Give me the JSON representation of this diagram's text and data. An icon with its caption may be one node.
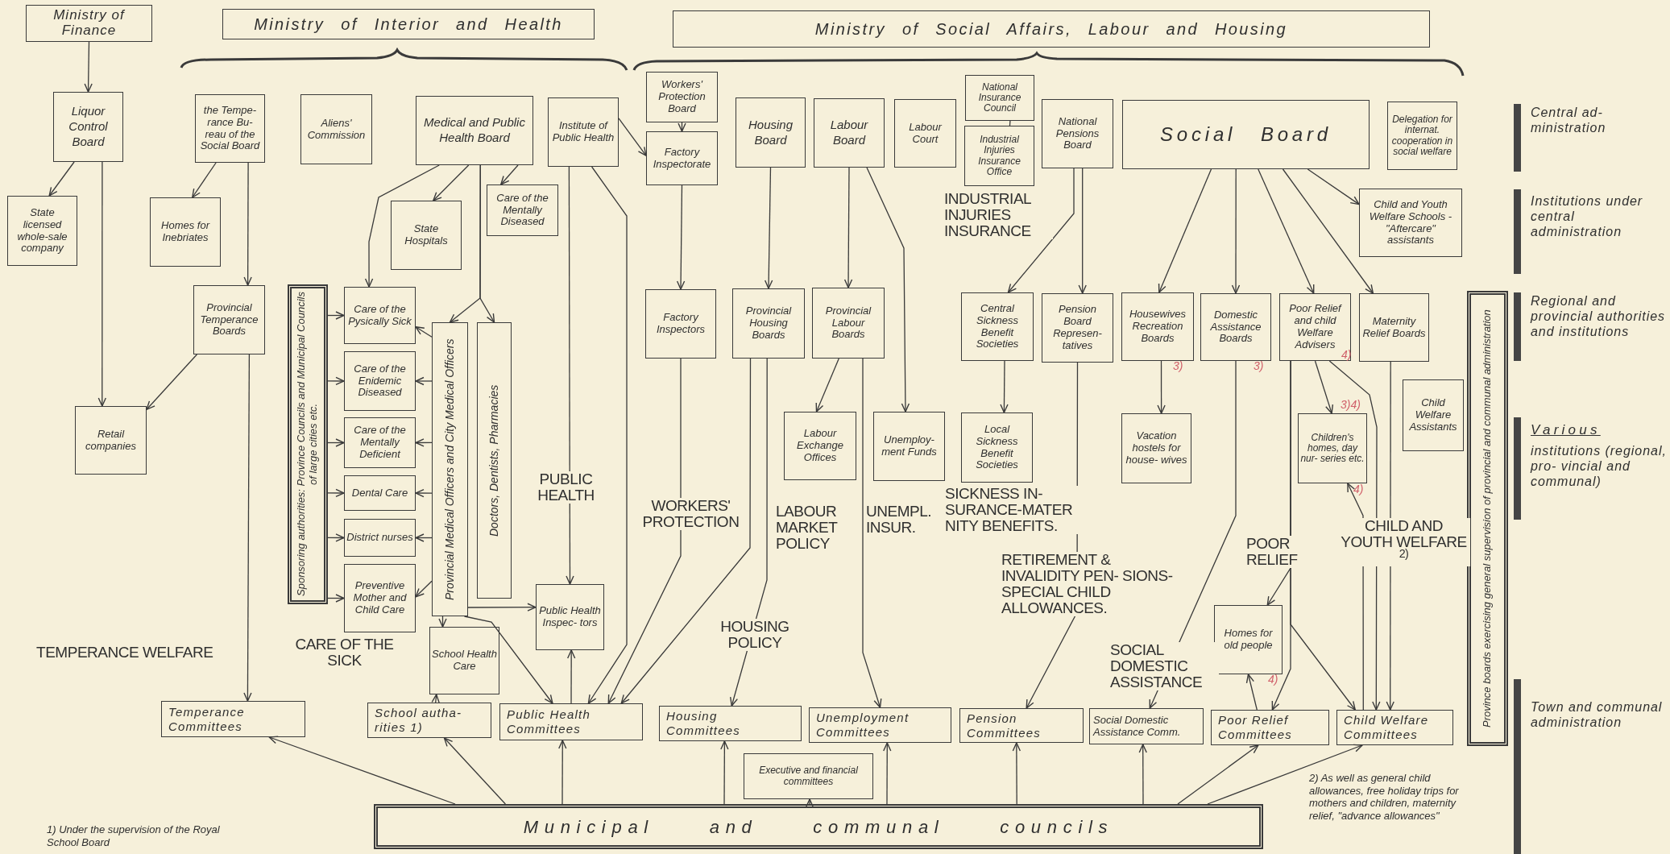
{
  "diagram": {
    "nodes": [
      {
        "text": [
          "Ministry of Finance"
        ]
      },
      {
        "text": [
          "Ministry of Interior and Health"
        ]
      },
      {
        "text": [
          "Ministry of Social Affairs, Labour and Housing"
        ]
      },
      {
        "text": [
          "Liquor Control Board"
        ]
      },
      {
        "text": [
          "the Tempe- rance Bu- reau of the Social Board"
        ]
      },
      {
        "text": [
          "Aliens' Commission"
        ]
      },
      {
        "text": [
          "Medical and Public Health Board"
        ]
      },
      {
        "text": [
          "Institute of Public Health"
        ]
      },
      {
        "text": [
          "Workers' Protection Board"
        ]
      },
      {
        "text": [
          "Factory Inspectorate"
        ]
      },
      {
        "text": [
          "Housing Board"
        ]
      },
      {
        "text": [
          "Labour Board"
        ]
      },
      {
        "text": [
          "Labour Court"
        ]
      },
      {
        "text": [
          "National Insurance Council"
        ]
      },
      {
        "text": [
          "Industrial Injuries Insurance Office"
        ]
      },
      {
        "text": [
          "National Pensions Board"
        ]
      },
      {
        "text": [
          "Social Board"
        ]
      },
      {
        "text": [
          "Delegation for internat. cooperation in social welfare"
        ]
      },
      {
        "text": [
          "State licensed whole-sale company"
        ]
      },
      {
        "text": [
          "Homes for Inebriates"
        ]
      },
      {
        "text": [
          "State Hospitals"
        ]
      },
      {
        "text": [
          "Care of the Mentally Diseased"
        ]
      },
      {
        "text": [
          "Child and Youth Welfare Schools - \"Aftercare\" assistants"
        ]
      },
      {
        "text": [
          "Provincial Temperance Boards"
        ]
      },
      {
        "text": [
          "Sponsoring authorities: Province Councils and Municipal Councils of large cities etc."
        ]
      },
      {
        "text": [
          "Care of the Pysically Sick"
        ]
      },
      {
        "text": [
          "Care of the Enidemic Diseased"
        ]
      },
      {
        "text": [
          "Care of the Mentally Deficient"
        ]
      },
      {
        "text": [
          "Dental Care"
        ]
      },
      {
        "text": [
          "District nurses"
        ]
      },
      {
        "text": [
          "Preventive Mother and Child Care"
        ]
      },
      {
        "text": [
          "Provincial Medical Officers and City Medical Officers"
        ]
      },
      {
        "text": [
          "Doctors, Dentists, Pharmacies"
        ]
      },
      {
        "text": [
          "Factory Inspectors"
        ]
      },
      {
        "text": [
          "Provincial Housing Boards"
        ]
      },
      {
        "text": [
          "Provincial Labour Boards"
        ]
      },
      {
        "text": [
          "Central Sickness Benefit Societies"
        ]
      },
      {
        "text": [
          "Pension Board Represen- tatives"
        ]
      },
      {
        "text": [
          "Housewives Recreation Boards"
        ]
      },
      {
        "text": [
          "Domestic Assistance Boards"
        ]
      },
      {
        "text": [
          "Poor Relief and child Welfare Advisers"
        ]
      },
      {
        "text": [
          "Maternity Relief Boards"
        ]
      },
      {
        "text": [
          "Province boards exercising general supervision of provincial and communal administration"
        ]
      },
      {
        "text": [
          "Retail companies"
        ]
      },
      {
        "text": [
          "Child Welfare Assistants"
        ]
      },
      {
        "text": [
          "Labour Exchange Offices"
        ]
      },
      {
        "text": [
          "Unemploy- ment Funds"
        ]
      },
      {
        "text": [
          "Local Sickness Benefit Societies"
        ]
      },
      {
        "text": [
          "Vacation hostels for house- wives"
        ]
      },
      {
        "text": [
          "Children's homes, day nur- series etc."
        ]
      },
      {
        "text": [
          "Public Health Inspec- tors"
        ]
      },
      {
        "text": [
          "Homes for old people"
        ]
      },
      {
        "text": [
          "School Health Care"
        ]
      },
      {
        "text": [
          "Temperance Committees"
        ]
      },
      {
        "text": [
          "School autha- rities 1)"
        ]
      },
      {
        "text": [
          "Public Health Committees"
        ]
      },
      {
        "text": [
          "Housing Committees"
        ]
      },
      {
        "text": [
          "Unemployment Committees"
        ]
      },
      {
        "text": [
          "Pension Committees"
        ]
      },
      {
        "text": [
          "Social Domestic Assistance Comm."
        ]
      },
      {
        "text": [
          "Poor Relief Committees"
        ]
      },
      {
        "text": [
          "Child Welfare Committees"
        ]
      },
      {
        "text": [
          "Executive and financial committees"
        ]
      },
      {
        "text": [
          "Municipal and communal councils"
        ]
      }
    ],
    "edges": [
      {
        "from": 0,
        "to": 3,
        "arrow": "to"
      },
      {
        "from": 3,
        "to": 18,
        "arrow": "to"
      },
      {
        "from": 3,
        "to": 43,
        "arrow": "to"
      },
      {
        "from": 4,
        "to": 19,
        "arrow": "to"
      },
      {
        "from": 4,
        "to": 23,
        "arrow": "to"
      },
      {
        "from": 23,
        "to": 43,
        "arrow": "to"
      },
      {
        "from": 23,
        "to": 53,
        "arrow": "to"
      },
      {
        "from": 6,
        "to": 25,
        "arrow": "to"
      },
      {
        "from": 6,
        "to": 20,
        "arrow": "to"
      },
      {
        "from": 6,
        "to": 21,
        "arrow": "to"
      },
      {
        "from": 6,
        "to": 31,
        "arrow": "to"
      },
      {
        "from": 6,
        "to": 32,
        "arrow": "to"
      },
      {
        "from": 31,
        "to": 25,
        "arrow": "to"
      },
      {
        "from": 31,
        "to": 26,
        "arrow": "to"
      },
      {
        "from": 31,
        "to": 27,
        "arrow": "to"
      },
      {
        "from": 31,
        "to": 28,
        "arrow": "to"
      },
      {
        "from": 31,
        "to": 29,
        "arrow": "to"
      },
      {
        "from": 31,
        "to": 30,
        "arrow": "to"
      },
      {
        "from": 24,
        "to": 25,
        "arrow": "to"
      },
      {
        "from": 24,
        "to": 26,
        "arrow": "to"
      },
      {
        "from": 24,
        "to": 27,
        "arrow": "to"
      },
      {
        "from": 24,
        "to": 28,
        "arrow": "to"
      },
      {
        "from": 24,
        "to": 29,
        "arrow": "to"
      },
      {
        "from": 24,
        "to": 30,
        "arrow": "to"
      },
      {
        "from": 31,
        "to": 52,
        "arrow": "to"
      },
      {
        "from": 31,
        "to": 50,
        "arrow": "to"
      },
      {
        "from": 31,
        "to": 55,
        "arrow": "to"
      },
      {
        "from": 54,
        "to": 52,
        "arrow": "to"
      },
      {
        "from": 7,
        "to": 50,
        "arrow": "to"
      },
      {
        "from": 7,
        "to": 55,
        "arrow": "to"
      },
      {
        "from": 7,
        "to": 9,
        "arrow": "to"
      },
      {
        "from": 8,
        "to": 9,
        "arrow": "to"
      },
      {
        "from": 9,
        "to": 33,
        "arrow": "to"
      },
      {
        "from": 33,
        "to": 55,
        "arrow": "to"
      },
      {
        "from": 34,
        "to": 55,
        "arrow": "to"
      },
      {
        "from": 55,
        "to": 50,
        "arrow": "to"
      },
      {
        "from": 34,
        "to": 56,
        "arrow": "to"
      },
      {
        "from": 10,
        "to": 34,
        "arrow": "to"
      },
      {
        "from": 11,
        "to": 35,
        "arrow": "to"
      },
      {
        "from": 11,
        "to": 46,
        "arrow": "to"
      },
      {
        "from": 35,
        "to": 45,
        "arrow": "to"
      },
      {
        "from": 35,
        "to": 57,
        "arrow": "to"
      },
      {
        "from": 13,
        "to": 14,
        "arrow": "none"
      },
      {
        "from": 15,
        "to": 36,
        "arrow": "to"
      },
      {
        "from": 15,
        "to": 37,
        "arrow": "to"
      },
      {
        "from": 36,
        "to": 47,
        "arrow": "to"
      },
      {
        "from": 37,
        "to": 58,
        "arrow": "to"
      },
      {
        "from": 16,
        "to": 38,
        "arrow": "to"
      },
      {
        "from": 16,
        "to": 39,
        "arrow": "to"
      },
      {
        "from": 16,
        "to": 40,
        "arrow": "to"
      },
      {
        "from": 16,
        "to": 41,
        "arrow": "to"
      },
      {
        "from": 16,
        "to": 22,
        "arrow": "to"
      },
      {
        "from": 38,
        "to": 48,
        "arrow": "to"
      },
      {
        "from": 39,
        "to": 59,
        "arrow": "to"
      },
      {
        "from": 40,
        "to": 49,
        "arrow": "to"
      },
      {
        "from": 40,
        "to": 60,
        "arrow": "to"
      },
      {
        "from": 40,
        "to": 51,
        "arrow": "to"
      },
      {
        "from": 40,
        "to": 61,
        "arrow": "to"
      },
      {
        "from": 40,
        "to": 61,
        "arrow": "to"
      },
      {
        "from": 41,
        "to": 61,
        "arrow": "to"
      },
      {
        "from": 61,
        "to": 49,
        "arrow": "to"
      },
      {
        "from": 60,
        "to": 51,
        "arrow": "to"
      },
      {
        "from": 63,
        "to": 53,
        "arrow": "to"
      },
      {
        "from": 63,
        "to": 54,
        "arrow": "to"
      },
      {
        "from": 63,
        "to": 55,
        "arrow": "to"
      },
      {
        "from": 63,
        "to": 56,
        "arrow": "to"
      },
      {
        "from": 63,
        "to": 62,
        "arrow": "to"
      },
      {
        "from": 63,
        "to": 57,
        "arrow": "to"
      },
      {
        "from": 63,
        "to": 58,
        "arrow": "to"
      },
      {
        "from": 63,
        "to": 59,
        "arrow": "to"
      },
      {
        "from": 63,
        "to": 60,
        "arrow": "to"
      },
      {
        "from": 63,
        "to": 61,
        "arrow": "to"
      }
    ],
    "labels": [
      "TEMPERANCE WELFARE",
      "CARE OF THE SICK",
      "PUBLIC HEALTH",
      "WORKERS' PROTECTION",
      "HOUSING POLICY",
      "LABOUR MARKET POLICY",
      "UNEMPL. INSUR.",
      "INDUSTRIAL INJURIES INSURANCE",
      "SICKNESS IN- SURANCE-MATER NITY BENEFITS.",
      "RETIREMENT & INVALIDITY PEN- SIONS-SPECIAL CHILD ALLOWANCES.",
      "SOCIAL DOMESTIC ASSISTANCE",
      "POOR RELIEF",
      "CHILD AND YOUTH WELFARE $^{2)}$",
      "1) Under the supervision of the Royal School Board",
      "2) As well as general child allowances, free holiday trips for mothers and children, maternity relief, \"advance allowances\"",
      "Central ad- ministration",
      "Institutions under central administration",
      "Regional and provincial authorities and institutions",
      "Various",
      "institutions (regional, pro- vincial and communal)",
      "Town and communal administration",
      "3)",
      "3)",
      "4)",
      "3)4)",
      "4)",
      "4)"
    ]
  }
}
